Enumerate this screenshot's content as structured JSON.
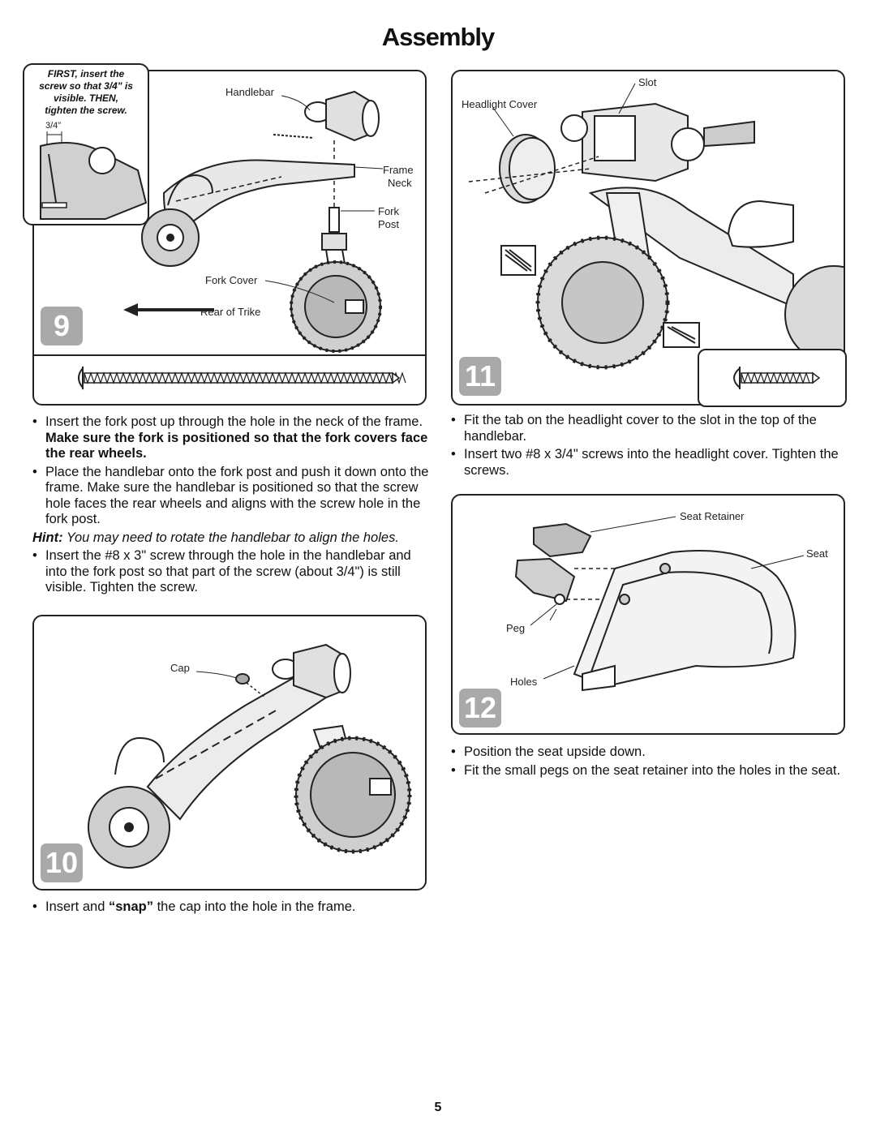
{
  "page": {
    "title": "Assembly",
    "page_number": "5"
  },
  "step9": {
    "badge": "9",
    "callout": {
      "line1": "FIRST, insert the",
      "line2": "screw so that 3/4\" is",
      "line3": "visible. THEN,",
      "line4": "tighten the screw.",
      "measure": "3/4\""
    },
    "labels": {
      "handlebar": "Handlebar",
      "frame_neck_1": "Frame",
      "frame_neck_2": "Neck",
      "fork_post_1": "Fork",
      "fork_post_2": "Post",
      "fork_cover": "Fork Cover",
      "rear_of_trike": "Rear of Trike"
    },
    "bullets": {
      "b1_a": "Insert the fork post up through the hole in the neck of the frame. ",
      "b1_bold": "Make sure the fork is positioned so that the fork covers face the rear wheels.",
      "b2": "Place the handlebar onto the fork post and push it down onto the frame. Make sure the handlebar is positioned so that the screw hole faces the rear wheels and aligns with the screw hole in the fork post.",
      "hint_label": "Hint:",
      "hint_text": " You may need to rotate the handlebar to align the holes.",
      "b3": "Insert the #8 x 3\" screw through the hole in the handlebar and into the fork post so that part of the screw (about 3/4\") is still visible. Tighten the screw."
    }
  },
  "step10": {
    "badge": "10",
    "labels": {
      "cap": "Cap"
    },
    "bullets": {
      "b1_a": "Insert and ",
      "b1_bold": "“snap”",
      "b1_b": " the cap into the hole in the frame."
    }
  },
  "step11": {
    "badge": "11",
    "labels": {
      "slot": "Slot",
      "headlight_cover": "Headlight Cover"
    },
    "bullets": {
      "b1": "Fit the tab on the headlight cover to the slot in the top of the handlebar.",
      "b2": "Insert two #8 x 3/4\" screws into the headlight cover. Tighten the screws."
    }
  },
  "step12": {
    "badge": "12",
    "labels": {
      "seat_retainer": "Seat Retainer",
      "seat": "Seat",
      "peg": "Peg",
      "holes": "Holes"
    },
    "bullets": {
      "b1": "Position the seat upside down.",
      "b2": "Fit the small pegs on the seat retainer into the holes in the seat."
    }
  },
  "colors": {
    "badge_gray": "#a9a9a9",
    "line": "#222222",
    "shade": "#c8c8c8"
  }
}
